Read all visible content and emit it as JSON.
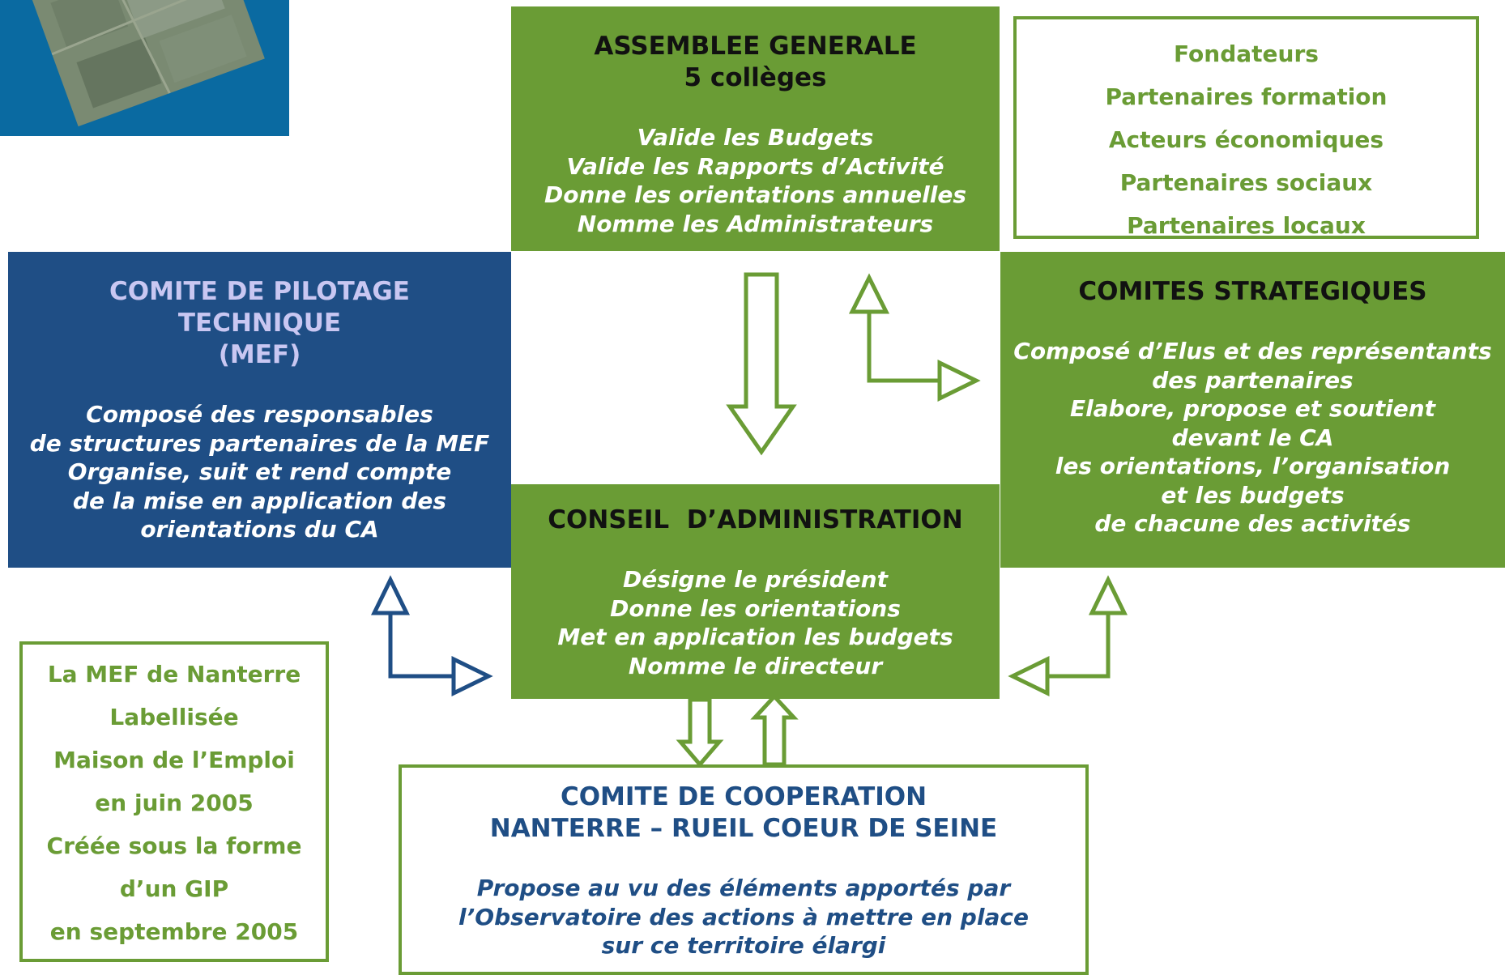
{
  "colors": {
    "green": "#6a9c35",
    "navy": "#1f4e85",
    "photo_bg": "#0a6aa1",
    "lavender": "#c9c7f2",
    "white": "#ffffff"
  },
  "assemblee": {
    "title": [
      "ASSEMBLEE GENERALE",
      "5 collèges"
    ],
    "lines": [
      "Valide les Budgets",
      "Valide les Rapports d’Activité",
      "Donne les orientations annuelles",
      "Nomme les Administrateurs"
    ]
  },
  "members": [
    "Fondateurs",
    "Partenaires formation",
    "Acteurs économiques",
    "Partenaires sociaux",
    "Partenaires locaux"
  ],
  "pilotage": {
    "title": [
      "COMITE DE PILOTAGE",
      "TECHNIQUE",
      "(MEF)"
    ],
    "lines": [
      "Composé des responsables",
      "de structures partenaires de la MEF",
      "Organise, suit et rend compte",
      "de la mise en application des",
      "orientations du CA"
    ]
  },
  "strategiques": {
    "title": [
      "COMITES STRATEGIQUES"
    ],
    "lines": [
      "Composé d’Elus et des représentants",
      "des partenaires",
      "Elabore, propose et soutient",
      "devant le CA",
      "les orientations, l’organisation",
      "et les budgets",
      "de chacune des activités"
    ]
  },
  "conseil": {
    "title": [
      "CONSEIL  D’ADMINISTRATION"
    ],
    "lines": [
      "Désigne le président",
      "Donne les orientations",
      "Met en application les budgets",
      "Nomme le directeur"
    ]
  },
  "label": [
    "La MEF de Nanterre",
    "Labellisée",
    "Maison de l’Emploi",
    "en juin 2005",
    "Créée sous la forme",
    "d’un GIP",
    "en septembre 2005"
  ],
  "cooperation": {
    "title": [
      "COMITE DE COOPERATION",
      "NANTERRE – RUEIL COEUR DE SEINE"
    ],
    "lines": [
      "Propose au vu des éléments apportés par",
      "l’Observatoire des actions à mettre en place",
      "sur ce territoire élargi"
    ]
  }
}
